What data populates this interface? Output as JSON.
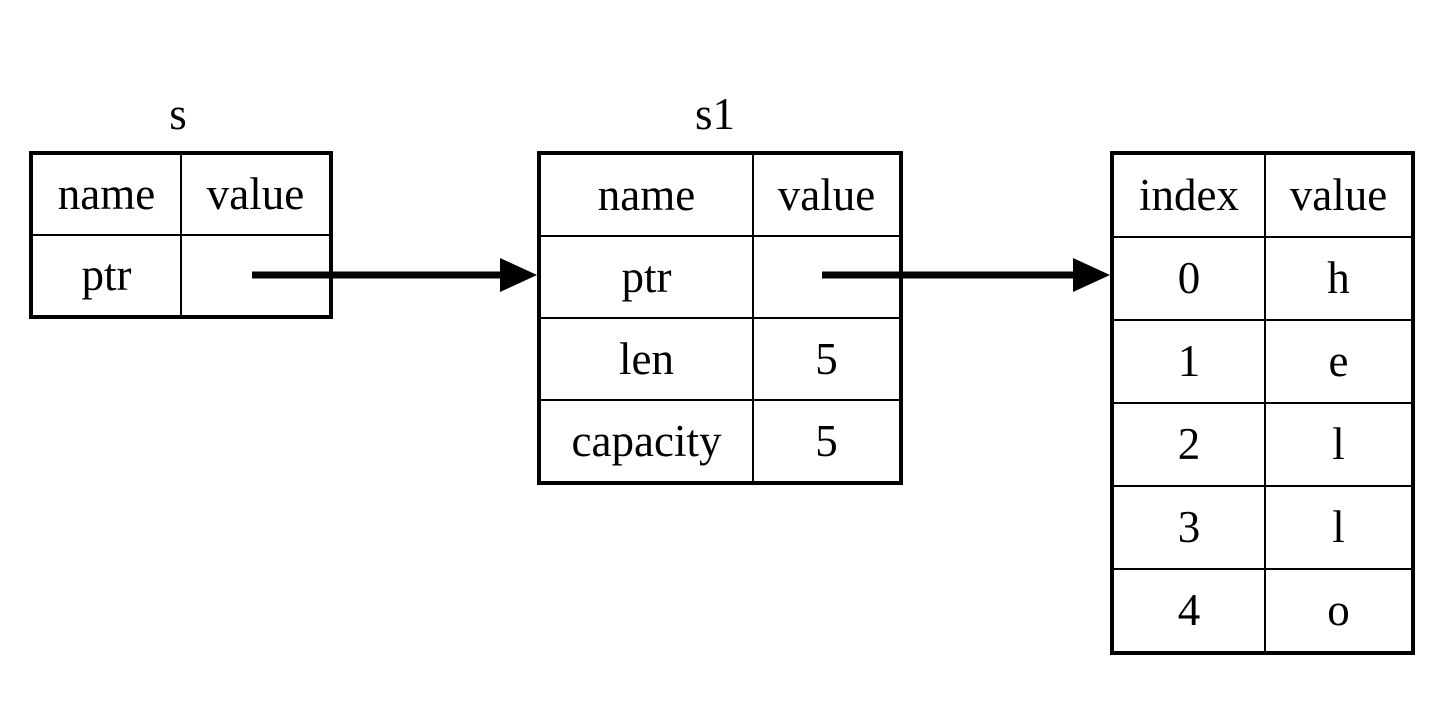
{
  "diagram": {
    "title_s": "s",
    "title_s1": "s1"
  },
  "table_s": {
    "name": "s",
    "headers": [
      "name",
      "value"
    ],
    "rows": [
      {
        "name": "ptr",
        "value": ""
      }
    ]
  },
  "table_s1": {
    "name": "s1",
    "headers": [
      "name",
      "value"
    ],
    "rows": [
      {
        "name": "ptr",
        "value": ""
      },
      {
        "name": "len",
        "value": "5"
      },
      {
        "name": "capacity",
        "value": "5"
      }
    ]
  },
  "table_heap": {
    "name": "",
    "headers": [
      "index",
      "value"
    ],
    "rows": [
      {
        "index": "0",
        "value": "h"
      },
      {
        "index": "1",
        "value": "e"
      },
      {
        "index": "2",
        "value": "l"
      },
      {
        "index": "3",
        "value": "l"
      },
      {
        "index": "4",
        "value": "o"
      }
    ]
  },
  "arrows": [
    {
      "name": "arrow-s-to-s1",
      "from": "s.ptr.value",
      "to": "s1"
    },
    {
      "name": "arrow-s1-to-heap",
      "from": "s1.ptr.value",
      "to": "heap"
    }
  ],
  "colors": {
    "stroke": "#000000",
    "background": "#ffffff"
  }
}
